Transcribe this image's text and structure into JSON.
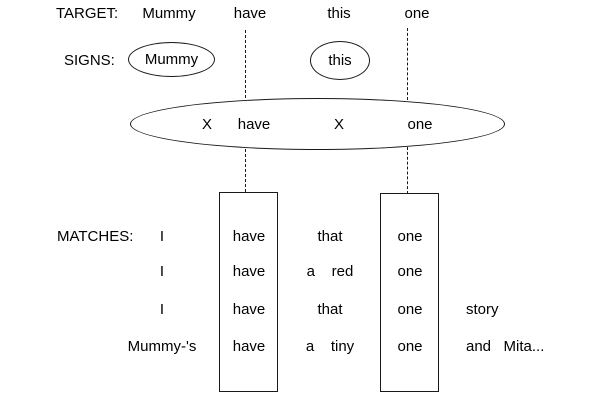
{
  "colors": {
    "background": "#ffffff",
    "text": "#000000",
    "line": "#1a1a1a"
  },
  "target": {
    "label": "TARGET:",
    "words": [
      "Mummy",
      "have",
      "this",
      "one"
    ]
  },
  "signs": {
    "label": "SIGNS:",
    "ellipses": [
      "Mummy",
      "this"
    ]
  },
  "pattern": {
    "words": [
      "X",
      "have",
      "X",
      "one"
    ]
  },
  "matches": {
    "label": "MATCHES:",
    "rows": [
      {
        "subject": "I",
        "verb": "have",
        "middle": "that",
        "object": "one",
        "tail": ""
      },
      {
        "subject": "I",
        "verb": "have",
        "middle": "a    red",
        "object": "one",
        "tail": ""
      },
      {
        "subject": "I",
        "verb": "have",
        "middle": "that",
        "object": "one",
        "tail": "story"
      },
      {
        "subject": "Mummy-'s",
        "verb": "have",
        "middle": "a    tiny",
        "object": "one",
        "tail": "and   Mita..."
      }
    ]
  }
}
